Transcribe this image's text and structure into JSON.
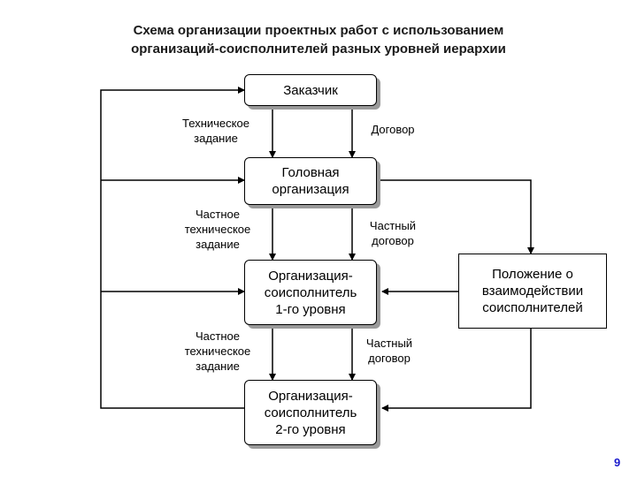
{
  "title": {
    "line1": "Схема организации проектных работ с использованием",
    "line2": "организаций-соисполнителей разных уровней иерархии"
  },
  "nodes": {
    "customer": [
      "Заказчик"
    ],
    "head": [
      "Головная",
      "организация"
    ],
    "level1": [
      "Организация-",
      "соисполнитель",
      "1-го уровня"
    ],
    "level2": [
      "Организация-",
      "соисполнитель",
      "2-го уровня"
    ],
    "regulation": [
      "Положение о",
      "взаимодействии",
      "соисполнителей"
    ]
  },
  "edge_labels": {
    "tech_task": [
      "Техническое",
      "задание"
    ],
    "contract": [
      "Договор"
    ],
    "private_tech_task_1": [
      "Частное",
      "техническое",
      "задание"
    ],
    "private_contract_1": [
      "Частный",
      "договор"
    ],
    "private_tech_task_2": [
      "Частное",
      "техническое",
      "задание"
    ],
    "private_contract_2": [
      "Частный",
      "договор"
    ]
  },
  "page_number": "9"
}
